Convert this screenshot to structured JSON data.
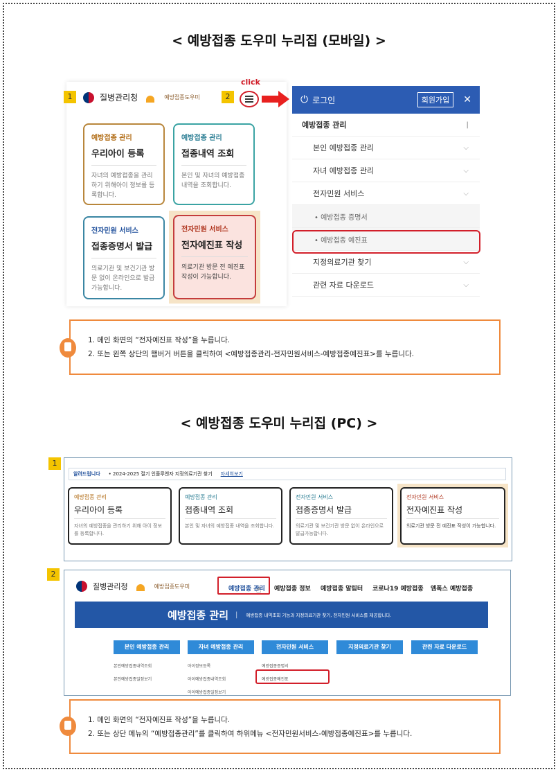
{
  "mobile_title": "< 예방접종 도우미 누리집 (모바일) >",
  "pc_title": "< 예방접종 도우미 누리집 (PC) >",
  "badges": {
    "m1": "1",
    "m2": "2",
    "p1": "1",
    "p2": "2"
  },
  "click_label": "click",
  "brand": {
    "gov": "질병관리청",
    "helper": "예방접종도우미"
  },
  "mobile_cards": [
    {
      "category": "예방접종 관리",
      "title": "우리아이 등록",
      "desc": "자녀의 예방접종을 관리하기 위해아이 정보를 등록합니다."
    },
    {
      "category": "예방접종 관리",
      "title": "접종내역 조회",
      "desc": "본인 및 자녀의 예방접종 내역을 조회합니다."
    },
    {
      "category": "전자민원 서비스",
      "title": "접종증명서 발급",
      "desc": "의료기관 및 보건기관 방문 없이 온라인으로 발급가능합니다."
    },
    {
      "category": "전자민원 서비스",
      "title": "전자예진표 작성",
      "desc": "의료기관 방문 전 예진표 작성이 가능합니다."
    }
  ],
  "menu": {
    "login": "로그인",
    "join": "회원가입",
    "close": "✕",
    "top": "예방접종 관리",
    "top_marker": "|",
    "items": [
      "본인 예방접종 관리",
      "자녀 예방접종 관리",
      "전자민원 서비스"
    ],
    "sub_items": [
      "• 예방접종 증명서",
      "• 예방접종 예진표"
    ],
    "more": [
      "지정의료기관 찾기",
      "관련 자료 다운로드"
    ]
  },
  "mobile_notes": [
    "1.  메인 화면의 “전자예진표 작성”을 누릅니다.",
    "2.  또는 왼쪽 상단의 햄버거 버튼을 클릭하여 <예방접종관리-전자민원서비스-예방접종예진표>를 누릅니다."
  ],
  "pc_notice": {
    "tag": "알려드립니다",
    "text": "• 2024-2025 절기 인플루엔자 지정의료기관 찾기",
    "link": "자세히보기"
  },
  "pc_cards": [
    {
      "category": "예방접종 관리",
      "title": "우리아이 등록",
      "desc": "자녀의 예방접종을 관리하기 위해 아이 정보를 등록합니다."
    },
    {
      "category": "예방접종 관리",
      "title": "접종내역 조회",
      "desc": "본인 및 자녀의 예방접종 내역을 조회합니다."
    },
    {
      "category": "전자민원 서비스",
      "title": "접종증명서 발급",
      "desc": "의료기관 및 보건기관 방문 없이 온라인으로 발급가능합니다."
    },
    {
      "category": "전자민원 서비스",
      "title": "전자예진표 작성",
      "desc": "의료기관 방문 전 예진표 작성이 가능합니다."
    }
  ],
  "pc_nav": [
    "예방접종 관리",
    "예방접종 정보",
    "예방접종 알림터",
    "코로나19 예방접종",
    "엠폭스 예방접종"
  ],
  "pc_banner": {
    "title": "예방접종 관리",
    "desc": "예방접종 내역조회 기능과 지정의료기관 찾기, 전자민원 서비스를 제공합니다."
  },
  "pc_buttons": [
    "본인 예방접종 관리",
    "자녀 예방접종 관리",
    "전자민원 서비스",
    "지정의료기관 찾기",
    "관련 자료 다운로드"
  ],
  "pc_sublinks": {
    "col1": [
      "본인예방접종내역조회",
      "본인예방접종일정보기"
    ],
    "col2": [
      "아이정보등록",
      "아이예방접종내역조회",
      "아이예방접종일정보기"
    ],
    "col3": [
      "예방접종증명서",
      "예방접종예진표"
    ]
  },
  "pc_notes": [
    "1.  메인 화면의 “전자예진표 작성”을 누릅니다.",
    "2.  또는 상단 메뉴의 “예방접종관리”를 클릭하여 하위메뉴 <전자민원서비스-예방접종예진표>를 누릅니다."
  ]
}
